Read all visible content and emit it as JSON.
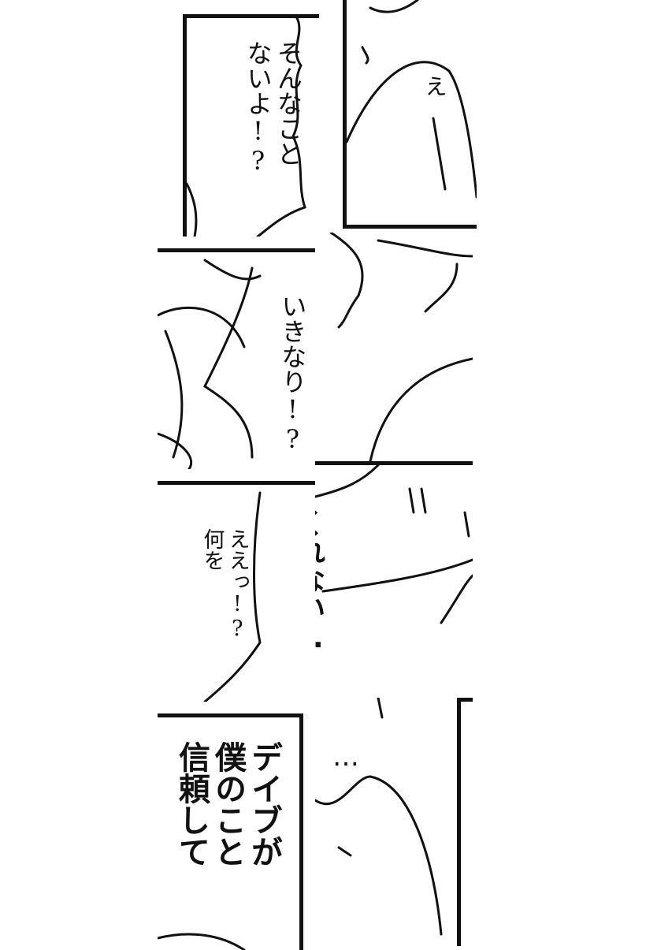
{
  "panels": [
    {
      "id": "p1",
      "lines": [
        "そんなこと",
        "ないよ!?"
      ]
    },
    {
      "id": "p2",
      "sfx": "え"
    },
    {
      "id": "p3",
      "lines": [
        "いきなり!?"
      ]
    },
    {
      "id": "p4",
      "lines": [
        "ええっ!?",
        "何を"
      ]
    },
    {
      "id": "p5",
      "lines": [
        "くれない…"
      ]
    },
    {
      "id": "p6",
      "lines": [
        "デイブが",
        "僕のこと",
        "信頼して"
      ]
    },
    {
      "id": "p7",
      "sfx": "…"
    }
  ]
}
